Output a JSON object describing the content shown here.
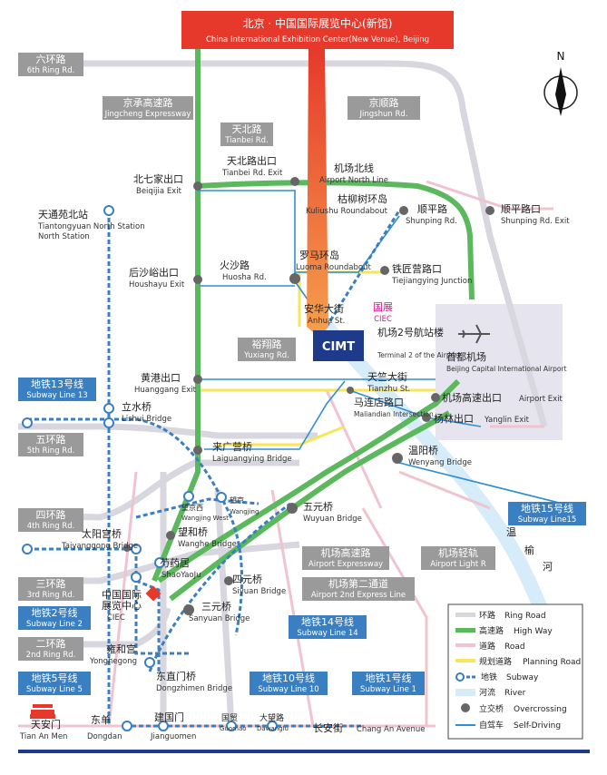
{
  "header": {
    "title_zh": "北京 · 中国国际展览中心(新馆)",
    "title_en": "China International Exhibition Center(New Venue), Beijing"
  },
  "compass": {
    "label": "N"
  },
  "ring_labels": [
    {
      "zh": "六环路",
      "en": "6th Ring Rd."
    },
    {
      "zh": "五环路",
      "en": "5th Ring Rd."
    },
    {
      "zh": "四环路",
      "en": "4th Ring Rd."
    },
    {
      "zh": "三环路",
      "en": "3rd Ring Rd."
    },
    {
      "zh": "二环路",
      "en": "2nd Ring Rd."
    }
  ],
  "road_labels": [
    {
      "zh": "京承高速路",
      "en": "Jingcheng Expressway"
    },
    {
      "zh": "京顺路",
      "en": "Jingshun Rd."
    },
    {
      "zh": "天北路",
      "en": "Tianbei Rd."
    },
    {
      "zh": "裕翔路",
      "en": "Yuxiang Rd."
    },
    {
      "zh": "机场高速路",
      "en": "Airport Expressway"
    },
    {
      "zh": "机场轻轨",
      "en": "Airport Light R"
    },
    {
      "zh": "机场第二通道",
      "en": "Airport 2nd Express Line"
    }
  ],
  "subway_labels": [
    {
      "zh": "地铁13号线",
      "en": "Subway Line 13"
    },
    {
      "zh": "地铁2号线",
      "en": "Subway Line 2"
    },
    {
      "zh": "地铁5号线",
      "en": "Subway Line 5"
    },
    {
      "zh": "地铁15号线",
      "en": "Subway Line15"
    },
    {
      "zh": "地铁14号线",
      "en": "Subway Line 14"
    },
    {
      "zh": "地铁10号线",
      "en": "Subway Line 10"
    },
    {
      "zh": "地铁1号线",
      "en": "Subway Line 1"
    }
  ],
  "places": [
    {
      "zh": "北七家出口",
      "en": "Beiqijia Exit"
    },
    {
      "zh": "天北路出口",
      "en": "Tianbei Rd. Exit"
    },
    {
      "zh": "机场北线",
      "en": "Airport North Line"
    },
    {
      "zh": "枯柳树环岛",
      "en": "Kuliushu Roundabout"
    },
    {
      "zh": "顺平路",
      "en": "Shunping Rd."
    },
    {
      "zh": "顺平路口",
      "en": "Shunping Rd. Exit"
    },
    {
      "zh": "天通苑北站",
      "en": "Tiantongyuan North Station"
    },
    {
      "zh": "火沙路",
      "en": "Huosha Rd."
    },
    {
      "zh": "罗马环岛",
      "en": "Luoma Roundabout"
    },
    {
      "zh": "铁匠营路口",
      "en": "Tiejiangying Junction"
    },
    {
      "zh": "后沙峪出口",
      "en": "Houshayu Exit"
    },
    {
      "zh": "安华大街",
      "en": "Anhua St."
    },
    {
      "zh": "机场2号航站楼",
      "en": "Terminal 2 of the Airport"
    },
    {
      "zh": "首都机场",
      "en": "Beijing Capital International Airport"
    },
    {
      "zh": "黄港出口",
      "en": "Huanggang Exit"
    },
    {
      "zh": "天竺大街",
      "en": "Tianzhu St."
    },
    {
      "zh": "马连店路口",
      "en": "Maliandian Intersection"
    },
    {
      "zh": "机场高速出口",
      "en": "Airport Exit"
    },
    {
      "zh": "杨林出口",
      "en": "Yanglin Exit"
    },
    {
      "zh": "立水桥",
      "en": "Lishui Bridge"
    },
    {
      "zh": "来广营桥",
      "en": "Laiguangying Bridge"
    },
    {
      "zh": "温阳桥",
      "en": "Wenyang Bridge"
    },
    {
      "zh": "望京西",
      "en": "Wangjing West"
    },
    {
      "zh": "望京",
      "en": "Wangjing"
    },
    {
      "zh": "五元桥",
      "en": "Wuyuan Bridge"
    },
    {
      "zh": "望和桥",
      "en": "Wanghe Bridge"
    },
    {
      "zh": "太阳宫桥",
      "en": "Taiyanggong Bridge"
    },
    {
      "zh": "芍药居",
      "en": "ShaoYaoJu"
    },
    {
      "zh": "四元桥",
      "en": "Siyuan Bridge"
    },
    {
      "zh": "中国国际展览中心",
      "en": "CIEC"
    },
    {
      "zh": "三元桥",
      "en": "Sanyuan Bridge"
    },
    {
      "zh": "雍和宫",
      "en": "Yonghegong"
    },
    {
      "zh": "东直门桥",
      "en": "Dongzhimen Bridge"
    },
    {
      "zh": "天安门",
      "en": "Tian An Men"
    },
    {
      "zh": "东单",
      "en": "Dongdan"
    },
    {
      "zh": "建国门",
      "en": "Jianguomen"
    },
    {
      "zh": "国贸",
      "en": "Guomao"
    },
    {
      "zh": "大望路",
      "en": "Dawanglu"
    },
    {
      "zh": "长安街",
      "en": "Chang An Avenue"
    }
  ],
  "venue": {
    "name": "CIMT",
    "tag_zh": "国展",
    "tag_en": "CIEC"
  },
  "river": {
    "zh": "温榆河",
    "chars": [
      "温",
      "榆",
      "河"
    ]
  },
  "legend": [
    {
      "zh": "环路",
      "en": "Ring Road",
      "color": "#d8d6de"
    },
    {
      "zh": "高速路",
      "en": "High Way",
      "color": "#5cb85c"
    },
    {
      "zh": "道路",
      "en": "Road",
      "color": "#f0c4ce"
    },
    {
      "zh": "规划道路",
      "en": "Planning Road",
      "color": "#f5e65a"
    },
    {
      "zh": "地铁",
      "en": "Subway",
      "color": "#3a7fc1"
    },
    {
      "zh": "河流",
      "en": "River",
      "color": "#d6ecf8"
    },
    {
      "zh": "立交桥",
      "en": "Overcrossing",
      "color": "#666666"
    },
    {
      "zh": "自驾车",
      "en": "Self-Driving",
      "color": "#2e8fd6"
    }
  ],
  "colors": {
    "ring": "#d8d6de",
    "highway": "#5cb85c",
    "road": "#f0c4ce",
    "planning": "#f5e65a",
    "subway": "#3a7fc1",
    "drive": "#2e8fd6",
    "red": "#e6392b",
    "navy": "#1e3a8a",
    "grey_box": "#9a9a9a"
  }
}
